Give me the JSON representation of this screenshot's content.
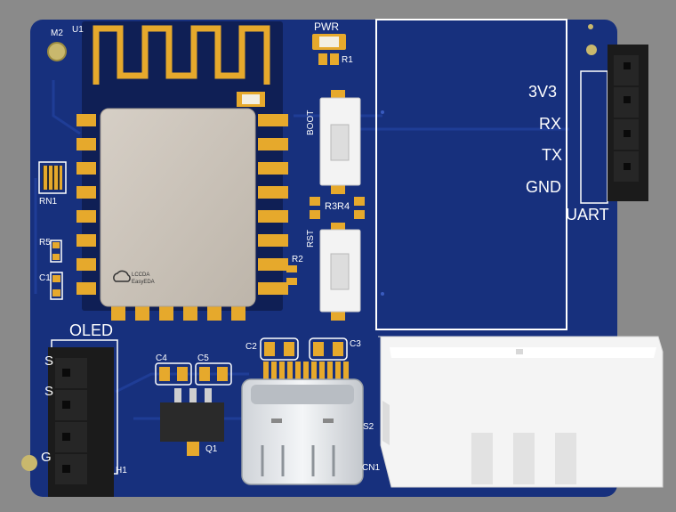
{
  "board": {
    "colors": {
      "pcb": "#17307d",
      "pcb_trace": "#1f3d96",
      "gold": "#e6a92c",
      "silkscreen": "#ffffff",
      "background": "#8a8a8a"
    }
  },
  "labels": {
    "m2": "M2",
    "u1": "U1",
    "pwr": "PWR",
    "r1": "R1",
    "boot": "BOOT",
    "rst": "RST",
    "r3r4": "R3R4",
    "r2": "R2",
    "rn1": "RN1",
    "r5": "R5",
    "c1": "C1",
    "oled": "OLED",
    "h1": "H1",
    "c4": "C4",
    "c5": "C5",
    "q1": "Q1",
    "c2": "C2",
    "c3": "C3",
    "s2": "S2",
    "cn1": "CN1",
    "oled_pin_s1": "S",
    "oled_pin_s2": "S",
    "oled_pin_g": "G"
  },
  "uart": {
    "label": "UART",
    "pins": [
      "3V3",
      "RX",
      "TX",
      "GND"
    ]
  },
  "module_logo": {
    "line1": "LCCDA",
    "line2": "EasyEDA"
  }
}
